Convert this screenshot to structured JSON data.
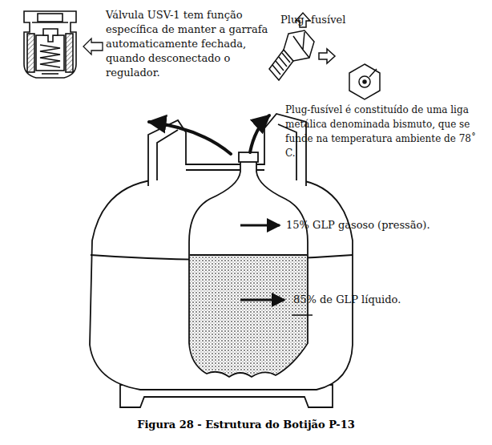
{
  "diagram": {
    "caption": "Figura 28 - Estrutura do Botijão P-13",
    "labels": [
      "Válvula USV-1 tem função específica de manter a garrafa automaticamente fechada, quando desconectado o regulador.",
      "Plug -fusível",
      "Plug-fusível é constituído de uma liga metálica denominada bismuto, que se funde na temperatura ambiente de 78˚ C.",
      "15% GLP gasoso (pressão).",
      "85% de GLP líquido."
    ]
  }
}
